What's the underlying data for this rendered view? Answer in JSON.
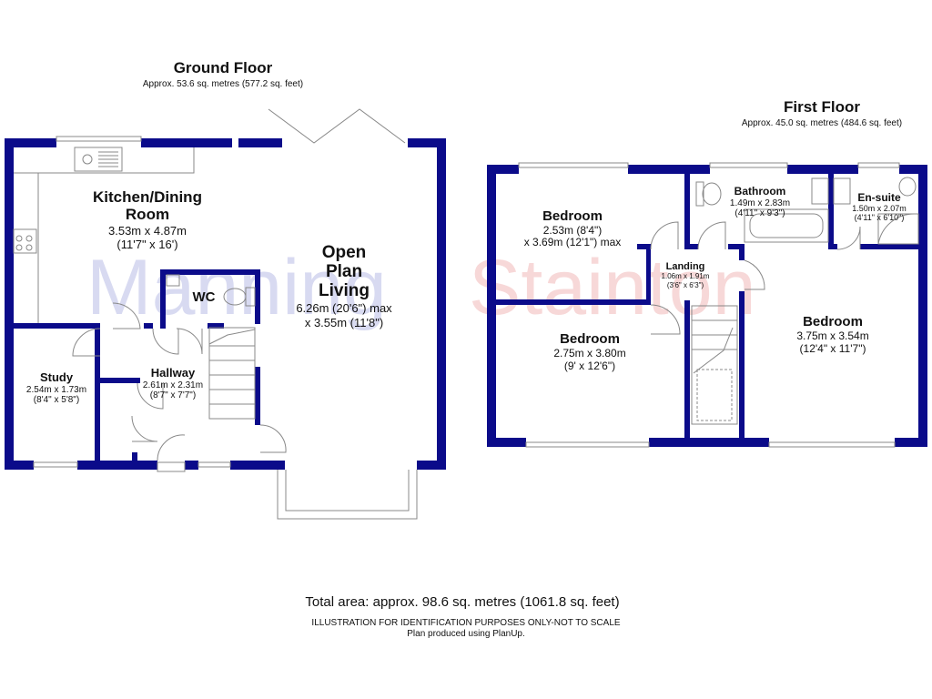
{
  "ground_floor": {
    "title": "Ground Floor",
    "area": "Approx. 53.6 sq. metres (577.2 sq. feet)",
    "rooms": {
      "kitchen": {
        "name_1": "Kitchen/Dining",
        "name_2": "Room",
        "dim_1": "3.53m x 4.87m",
        "dim_2": "(11'7\" x 16')"
      },
      "wc": {
        "name": "WC"
      },
      "living": {
        "name_1": "Open",
        "name_2": "Plan",
        "name_3": "Living",
        "dim_1": "6.26m (20'6\") max",
        "dim_2": "x 3.55m (11'8\")"
      },
      "study": {
        "name": "Study",
        "dim_1": "2.54m x 1.73m",
        "dim_2": "(8'4\" x 5'8\")"
      },
      "hallway": {
        "name": "Hallway",
        "dim_1": "2.61m x 2.31m",
        "dim_2": "(8'7\" x 7'7\")"
      }
    }
  },
  "first_floor": {
    "title": "First Floor",
    "area": "Approx. 45.0 sq. metres (484.6 sq. feet)",
    "rooms": {
      "bedroom_tl": {
        "name": "Bedroom",
        "dim_1": "2.53m (8'4\")",
        "dim_2": "x 3.69m (12'1\") max"
      },
      "bathroom": {
        "name": "Bathroom",
        "dim_1": "1.49m x 2.83m",
        "dim_2": "(4'11\" x 9'3\")"
      },
      "ensuite": {
        "name": "En-suite",
        "dim_1": "1.50m x 2.07m",
        "dim_2": "(4'11\" x 6'10\")"
      },
      "landing": {
        "name": "Landing",
        "dim_1": "1.06m x 1.91m",
        "dim_2": "(3'6\" x 6'3\")"
      },
      "bedroom_bl": {
        "name": "Bedroom",
        "dim_1": "2.75m x 3.80m",
        "dim_2": "(9' x 12'6\")"
      },
      "bedroom_r": {
        "name": "Bedroom",
        "dim_1": "3.75m x 3.54m",
        "dim_2": "(12'4\" x 11'7\")"
      }
    }
  },
  "watermark": "ManningStainton",
  "footer": {
    "total": "Total area: approx. 98.6 sq. metres (1061.8 sq. feet)",
    "disclaimer": "ILLUSTRATION FOR IDENTIFICATION PURPOSES ONLY-NOT TO SCALE",
    "credit": "Plan produced using PlanUp."
  },
  "colors": {
    "wall": "#0b0b8a",
    "line": "#888888",
    "watermark_blue": "#c5c8e8",
    "watermark_red": "#f4c8c8"
  }
}
